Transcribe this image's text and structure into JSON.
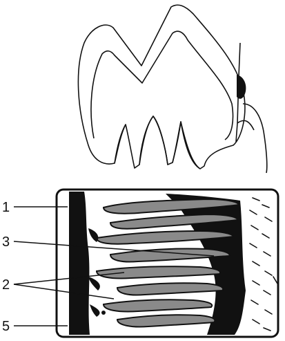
{
  "figure": {
    "labels": [
      "1",
      "3",
      "2",
      "5"
    ]
  },
  "colors": {
    "ink": "#111111",
    "rod_fill": "#8a8a8a",
    "background": "#ffffff"
  }
}
